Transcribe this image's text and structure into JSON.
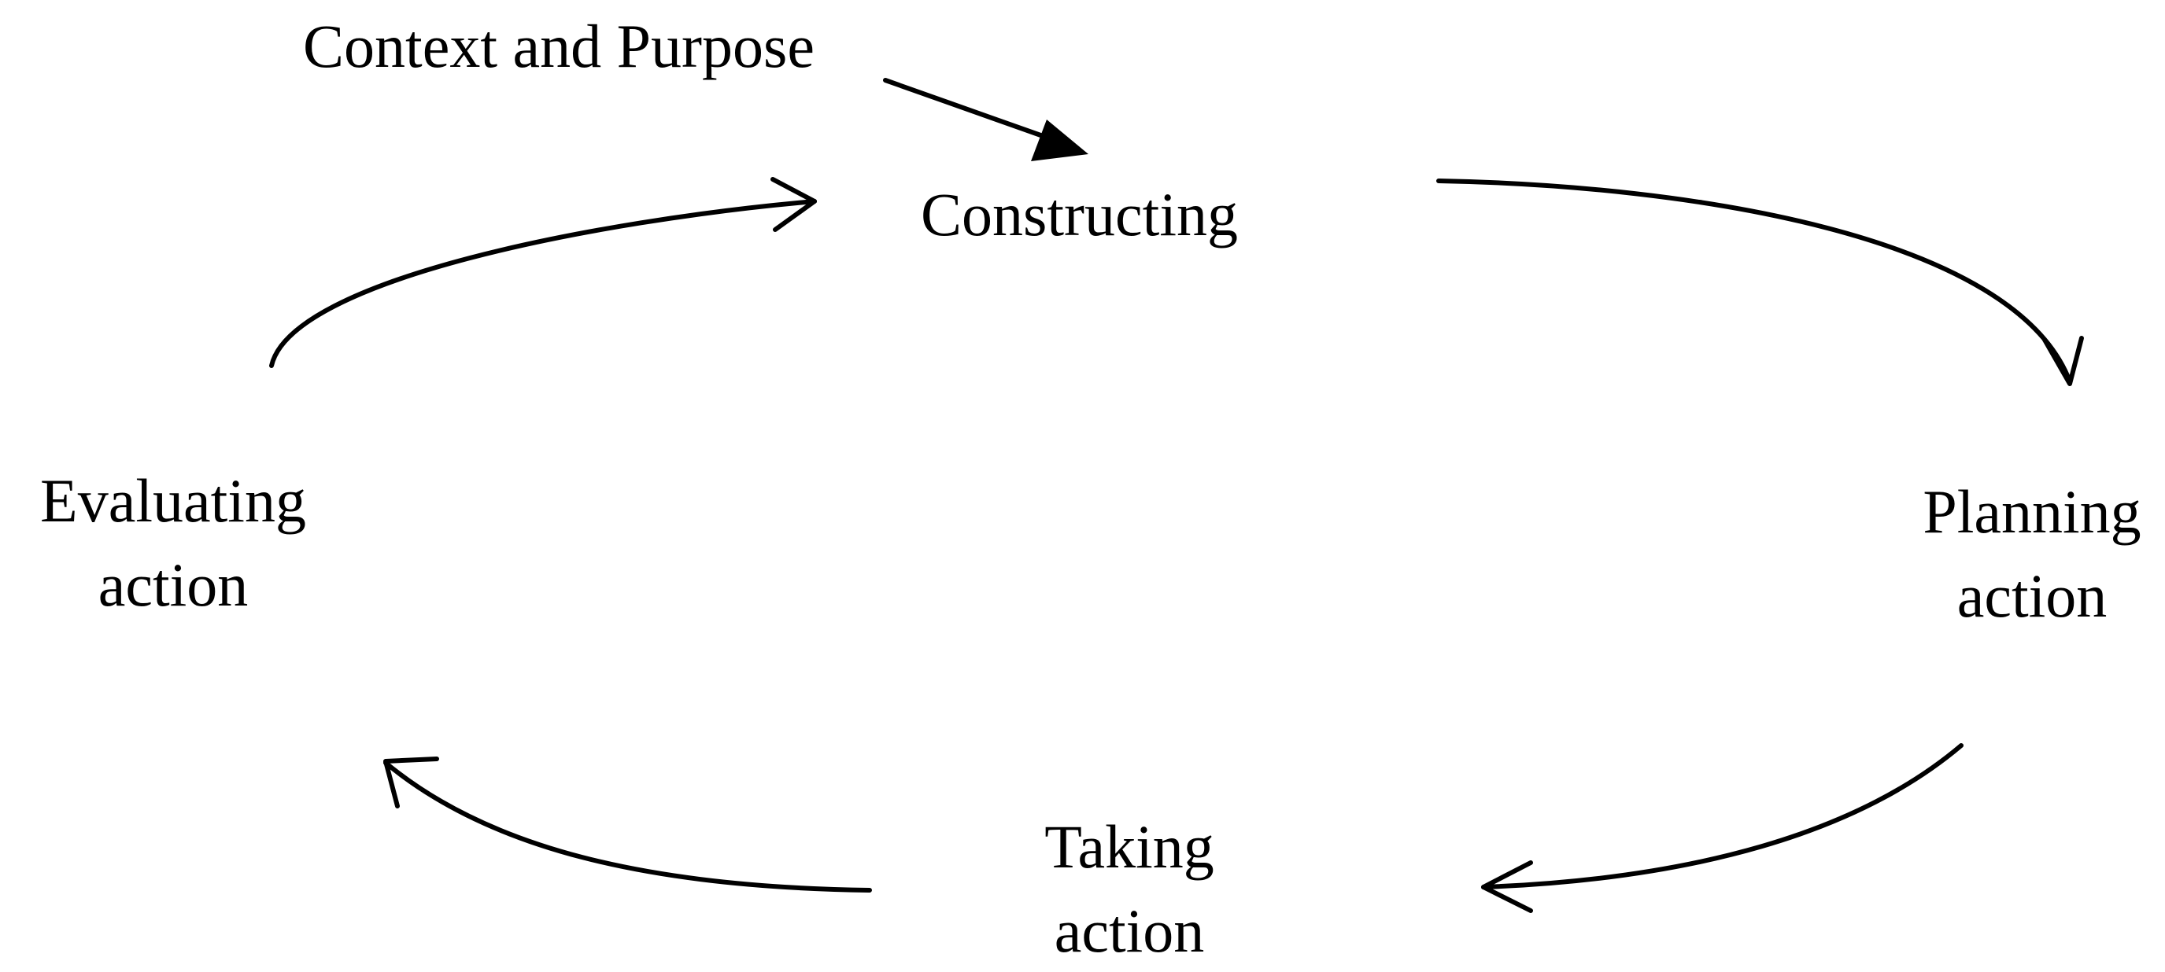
{
  "diagram": {
    "type": "cycle",
    "nodes": {
      "context": {
        "label": "Context and Purpose"
      },
      "constructing": {
        "label": "Constructing"
      },
      "planning": {
        "line1": "Planning",
        "line2": "action"
      },
      "taking": {
        "line1": "Taking",
        "line2": "action"
      },
      "evaluating": {
        "line1": "Evaluating",
        "line2": "action"
      }
    },
    "edges": [
      {
        "from": "context",
        "to": "constructing",
        "head": "filled"
      },
      {
        "from": "constructing",
        "to": "planning",
        "head": "open"
      },
      {
        "from": "planning",
        "to": "taking",
        "head": "open"
      },
      {
        "from": "taking",
        "to": "evaluating",
        "head": "open"
      },
      {
        "from": "evaluating",
        "to": "constructing",
        "head": "open"
      }
    ],
    "colors": {
      "text": "#000000",
      "stroke": "#000000",
      "background": "#ffffff"
    }
  }
}
